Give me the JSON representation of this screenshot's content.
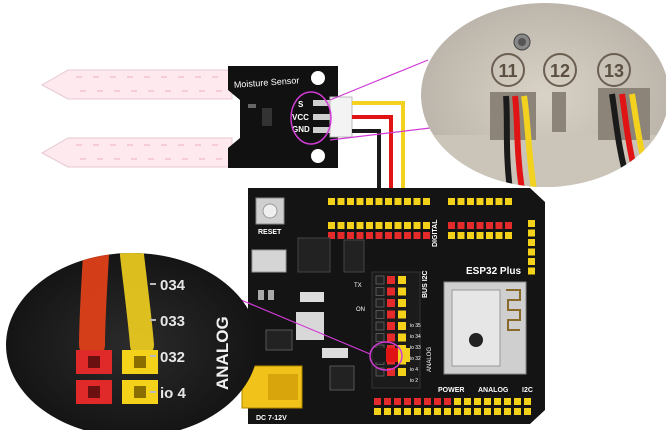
{
  "sensor": {
    "title": "Moisture Sensor",
    "pins": [
      "S",
      "VCC",
      "GND"
    ]
  },
  "board": {
    "name": "ESP32 Plus",
    "reset_label": "RESET",
    "dc_label": "DC 7-12V",
    "digital_label": "DIGITAL",
    "analog_label": "ANALOG",
    "bus_i2c_label": "BUS I2C",
    "power_label": "POWER",
    "i2c_label": "I2C",
    "tx_label": "TX",
    "on_label": "ON",
    "header_pins": [
      "io 35",
      "io 34",
      "io 33",
      "io 32",
      "io 4",
      "io 2"
    ]
  },
  "zoom_top": {
    "labels": [
      "11",
      "12",
      "13"
    ]
  },
  "zoom_left": {
    "labels": [
      "034",
      "033",
      "032",
      "io 4",
      "ANALOG"
    ]
  },
  "colors": {
    "wire_signal": "#f2d21f",
    "wire_vcc": "#e01414",
    "wire_gnd": "#1a1a1a",
    "callout": "#d13bd6",
    "board": "#141414",
    "header_yellow": "#f4d21a",
    "header_red": "#e42a2a",
    "probe": "#fde9ee"
  }
}
